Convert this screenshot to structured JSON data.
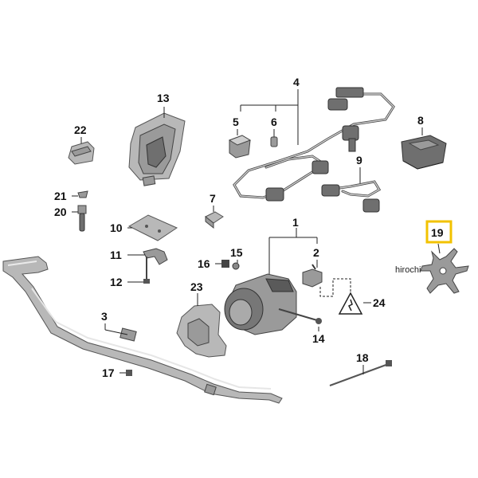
{
  "diagram": {
    "parts": [
      {
        "id": "p1",
        "label": "1"
      },
      {
        "id": "p2",
        "label": "2"
      },
      {
        "id": "p3",
        "label": "3"
      },
      {
        "id": "p4",
        "label": "4"
      },
      {
        "id": "p5",
        "label": "5"
      },
      {
        "id": "p6",
        "label": "6"
      },
      {
        "id": "p7",
        "label": "7"
      },
      {
        "id": "p8",
        "label": "8"
      },
      {
        "id": "p9",
        "label": "9"
      },
      {
        "id": "p10",
        "label": "10"
      },
      {
        "id": "p11",
        "label": "11"
      },
      {
        "id": "p12",
        "label": "12"
      },
      {
        "id": "p13",
        "label": "13"
      },
      {
        "id": "p14",
        "label": "14"
      },
      {
        "id": "p15",
        "label": "15"
      },
      {
        "id": "p16",
        "label": "16"
      },
      {
        "id": "p17",
        "label": "17"
      },
      {
        "id": "p18",
        "label": "18"
      },
      {
        "id": "p19",
        "label": "19"
      },
      {
        "id": "p20",
        "label": "20"
      },
      {
        "id": "p21",
        "label": "21"
      },
      {
        "id": "p22",
        "label": "22"
      },
      {
        "id": "p23",
        "label": "23"
      },
      {
        "id": "p24",
        "label": "24"
      }
    ],
    "highlighted_part": "19",
    "highlight_color": "#f2c200",
    "watermark": "hirochi"
  }
}
